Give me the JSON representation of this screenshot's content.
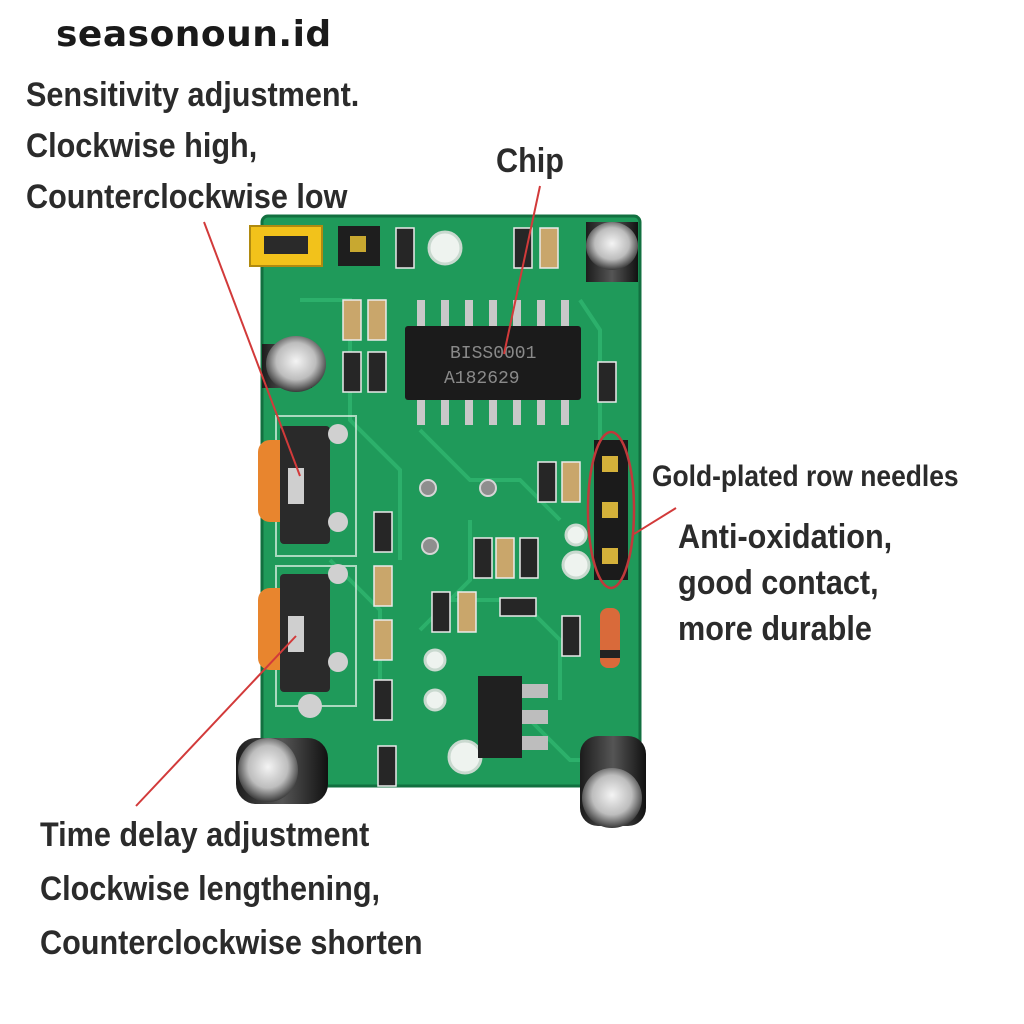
{
  "watermark": "seasonoun.id",
  "sensitivity": {
    "line1": "Sensitivity adjustment.",
    "line2": "Clockwise high,",
    "line3": "Counterclockwise low"
  },
  "chip_label": "Chip",
  "chip_marking": {
    "line1": "BISS0001",
    "line2": "A182629"
  },
  "pins": {
    "title": "Gold-plated row needles",
    "line1": "Anti-oxidation,",
    "line2": "good contact,",
    "line3": "more durable"
  },
  "time_delay": {
    "line1": "Time delay adjustment",
    "line2": "Clockwise lengthening,",
    "line3": "Counterclockwise shorten"
  },
  "colors": {
    "pcb": "#1f9a5a",
    "pcb_dark": "#167a46",
    "jumper": "#f2c21b",
    "pot": "#e8852e",
    "annotation_line": "#d23a3a"
  }
}
